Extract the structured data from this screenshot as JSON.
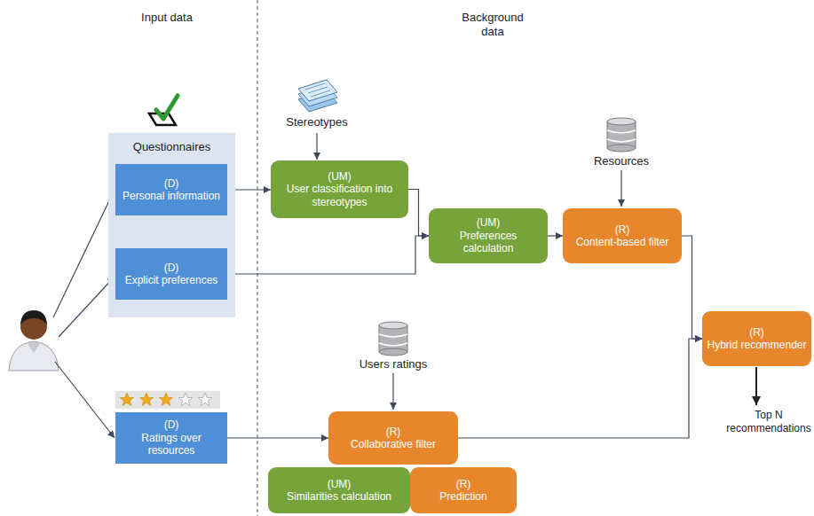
{
  "diagram": {
    "nodes": [
      {
        "text": [
          "Questionnaires"
        ]
      },
      {
        "text": [
          "(D)",
          "Personal information"
        ],
        "in": 0
      },
      {
        "text": [
          "(D)",
          "Explicit preferences"
        ],
        "in": 0
      },
      {
        "text": [
          "(D)",
          "Ratings over resources"
        ]
      },
      {
        "text": [
          "(UM)",
          "User classification into stereotypes"
        ]
      },
      {
        "text": [
          "(UM)",
          "Preferences calculation"
        ]
      },
      {
        "text": [
          "(R)",
          "Content-based filter"
        ]
      },
      {
        "text": [
          "(R)",
          "Collaborative filter"
        ]
      },
      {
        "text": [
          "(UM)",
          "Similarities calculation"
        ]
      },
      {
        "text": [
          "(R)",
          "Prediction"
        ]
      },
      {
        "text": [
          "(R)",
          "Hybrid recommender"
        ]
      }
    ],
    "edges": [
      {
        "from": 1,
        "to": 4,
        "arrow": "to"
      },
      {
        "from": 4,
        "to": 5,
        "arrow": "to"
      },
      {
        "from": 2,
        "to": 5,
        "arrow": "to"
      },
      {
        "from": 5,
        "to": 6,
        "arrow": "to"
      },
      {
        "from": 6,
        "to": 10,
        "arrow": "to"
      },
      {
        "from": 3,
        "to": 7,
        "arrow": "to"
      },
      {
        "from": 7,
        "to": 10,
        "arrow": "to"
      }
    ],
    "labels": [
      "Input data",
      "Background data",
      "Stereotypes",
      "Resources",
      "Users ratings",
      "Top N recommendations"
    ]
  }
}
